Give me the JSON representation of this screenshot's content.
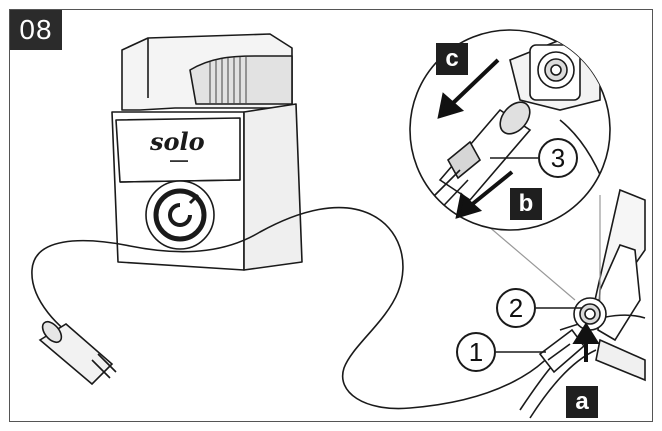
{
  "figure": {
    "step_number": "08",
    "brand_logo": "solo",
    "callouts": [
      "1",
      "2",
      "3"
    ],
    "action_labels": [
      "a",
      "b",
      "c"
    ],
    "colors": {
      "ink": "#1a1a1a",
      "badge": "#2b2b2b",
      "paper": "#ffffff",
      "shade": "#d9d9d9"
    }
  }
}
